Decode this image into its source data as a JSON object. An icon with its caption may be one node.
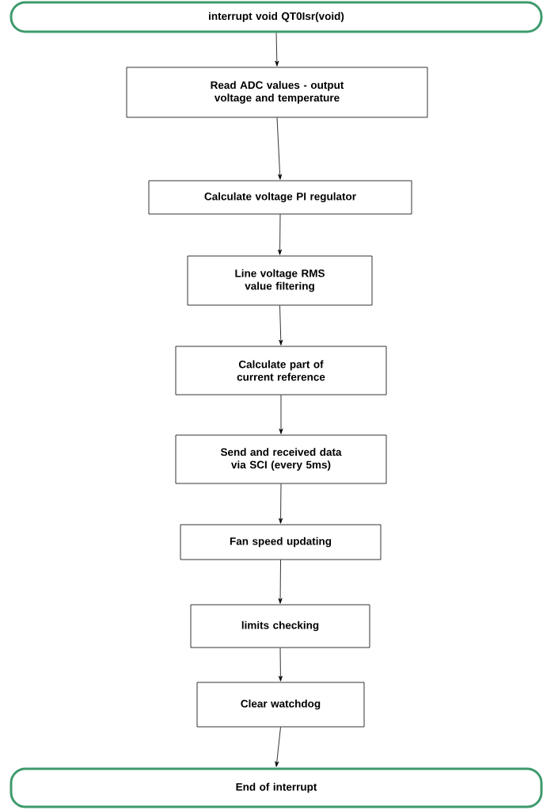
{
  "diagram": {
    "nodes": [
      {
        "text": [
          "interrupt void QT0Isr(void)"
        ]
      },
      {
        "text": [
          "Read ADC values - output voltage and temperature"
        ]
      },
      {
        "text": [
          "Calculate voltage PI regulator"
        ]
      },
      {
        "text": [
          "Line voltage RMS value filtering"
        ]
      },
      {
        "text": [
          "Calculate part of current reference"
        ]
      },
      {
        "text": [
          "Send and received data via SCI (every 5ms)"
        ]
      },
      {
        "text": [
          "Fan speed updating"
        ]
      },
      {
        "text": [
          "limits checking"
        ]
      },
      {
        "text": [
          "Clear watchdog"
        ]
      },
      {
        "text": [
          "End of interrupt"
        ]
      }
    ],
    "edges": [
      {
        "from": 0,
        "to": 1,
        "arrow": "to"
      },
      {
        "from": 1,
        "to": 2,
        "arrow": "to"
      },
      {
        "from": 2,
        "to": 3,
        "arrow": "to"
      },
      {
        "from": 3,
        "to": 4,
        "arrow": "to"
      },
      {
        "from": 4,
        "to": 5,
        "arrow": "to"
      },
      {
        "from": 5,
        "to": 6,
        "arrow": "to"
      },
      {
        "from": 6,
        "to": 7,
        "arrow": "to"
      },
      {
        "from": 7,
        "to": 8,
        "arrow": "to"
      },
      {
        "from": 8,
        "to": 9,
        "arrow": "to"
      }
    ]
  }
}
